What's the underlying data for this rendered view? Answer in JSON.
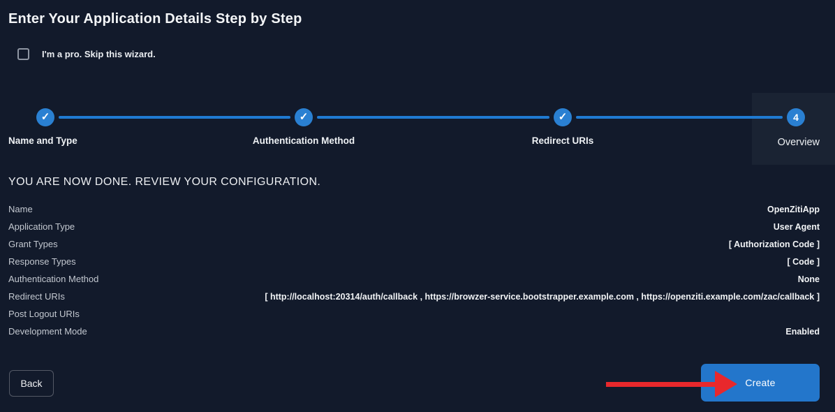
{
  "page": {
    "title": "Enter Your Application Details Step by Step",
    "skip_label": "I'm a pro. Skip this wizard."
  },
  "stepper": {
    "steps": [
      {
        "label": "Name and Type",
        "state": "done"
      },
      {
        "label": "Authentication Method",
        "state": "done"
      },
      {
        "label": "Redirect URIs",
        "state": "done"
      },
      {
        "label": "Overview",
        "state": "current",
        "number": "4"
      }
    ]
  },
  "review": {
    "heading": "YOU ARE NOW DONE. REVIEW YOUR CONFIGURATION.",
    "rows": [
      {
        "label": "Name",
        "value": "OpenZitiApp"
      },
      {
        "label": "Application Type",
        "value": "User Agent"
      },
      {
        "label": "Grant Types",
        "value": "[ Authorization Code ]"
      },
      {
        "label": "Response Types",
        "value": "[ Code ]"
      },
      {
        "label": "Authentication Method",
        "value": "None"
      },
      {
        "label": "Redirect URIs",
        "value": "[ http://localhost:20314/auth/callback , https://browzer-service.bootstrapper.example.com , https://openziti.example.com/zac/callback ]"
      },
      {
        "label": "Post Logout URIs",
        "value": ""
      },
      {
        "label": "Development Mode",
        "value": "Enabled"
      }
    ]
  },
  "actions": {
    "back_label": "Back",
    "create_label": "Create"
  },
  "icons": {
    "check": "✓"
  },
  "colors": {
    "background": "#121a2b",
    "step_highlight": "#1a2333",
    "accent_blue": "#2a80d2",
    "line_blue": "#1f7ad1",
    "button_blue": "#2376cb",
    "arrow_red": "#e8282c"
  }
}
